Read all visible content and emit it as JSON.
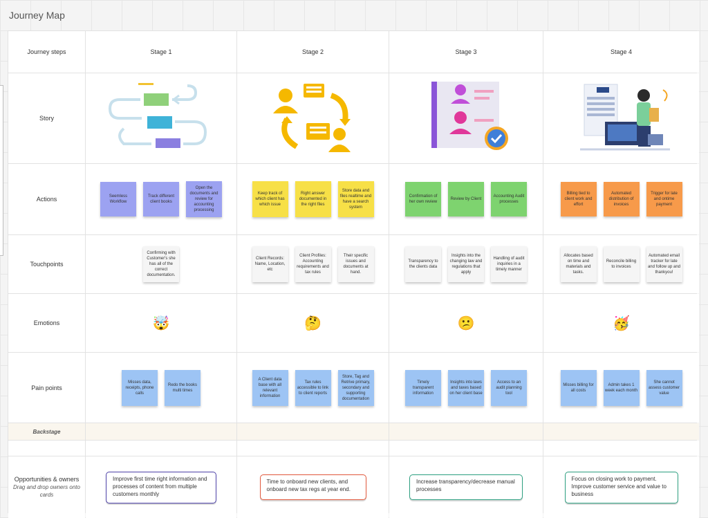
{
  "title": "Journey Map",
  "header": {
    "row_label": "Journey steps",
    "stages": [
      "Stage 1",
      "Stage 2",
      "Stage 3",
      "Stage 4"
    ]
  },
  "rows": {
    "story": "Story",
    "actions": "Actions",
    "touchpoints": "Touchpoints",
    "emotions": "Emotions",
    "pain_points": "Pain points",
    "backstage": "Backstage",
    "opportunities": "Opportunities & owners",
    "opportunities_sub": "Drag and drop owners onto cards"
  },
  "colors": {
    "stage1_notes": "#9ca2f1",
    "stage2_notes": "#f7e047",
    "stage3_notes": "#7ed36f",
    "stage4_notes": "#f79a4a",
    "pain_notes": "#9dc4f4",
    "touch_notes": "#f5f5f5",
    "opp1_border": "#4b3fa6",
    "opp2_border": "#e0563a",
    "opp3_border": "#2a9d7e",
    "opp4_border": "#2a9d7e"
  },
  "actions": [
    [
      "Seemless Workflow",
      "Track different client books",
      "Open the documents and review for accounting processing"
    ],
    [
      "Keep track of which client has which issue",
      "Right answer documented in the right files",
      "Store data and files realtime and have a search system"
    ],
    [
      "Confirmation of her own review",
      "Review by Client",
      "Accounting Audit processes"
    ],
    [
      "Billing tied to client work and effort",
      "Automated distribution of invoices",
      "Trigger for late and ontime payment"
    ]
  ],
  "touchpoints": [
    [
      "Confirming with Customer's she has all of the correct documentation."
    ],
    [
      "Client Records: Name, Location, etc",
      "Client Profiles: Accounting requirements and tax rules",
      "Their specific issues and documents at hand."
    ],
    [
      "Transparency to the clients data",
      "Insights into the changing law and regulations that apply",
      "Handling of audit inquiries in a timely manner"
    ],
    [
      "Allocates based on time and materials and tasks.",
      "Reconcile billing to invoices",
      "Automated email tracker for late and follow up and thankyou!"
    ]
  ],
  "emotions": [
    "🤯",
    "🤔",
    "😕",
    "🥳"
  ],
  "pain_points": [
    [
      "Misses data, receipts, phone calls",
      "Redo the books multi times"
    ],
    [
      "A Client data base with all relevant information",
      "Tax rules accessible to link to client reports",
      "Store, Tag and Retrive primary, secondary and supporting documentation"
    ],
    [
      "Timely transparent information",
      "Insights into laws and taxes based on her client base",
      "Access to an audit planning tool"
    ],
    [
      "Misses billing for all costs",
      "Admin takes 1 week each month",
      "She cannot assess customer value"
    ]
  ],
  "opportunities": [
    "Improve first time right information and processes of content from multiple customers monthly",
    "Time to onboard new clients, and onboard new tax regs at year end.",
    "Increase transparency/decrease manual processes",
    "Focus on closing work to payment. Improve customer service and value to business"
  ],
  "icons": {
    "story1": "workflow-arrows-illustration",
    "story2": "people-chat-cycle-illustration",
    "story3": "profile-checklist-illustration",
    "story4": "woman-billing-desk-illustration"
  }
}
